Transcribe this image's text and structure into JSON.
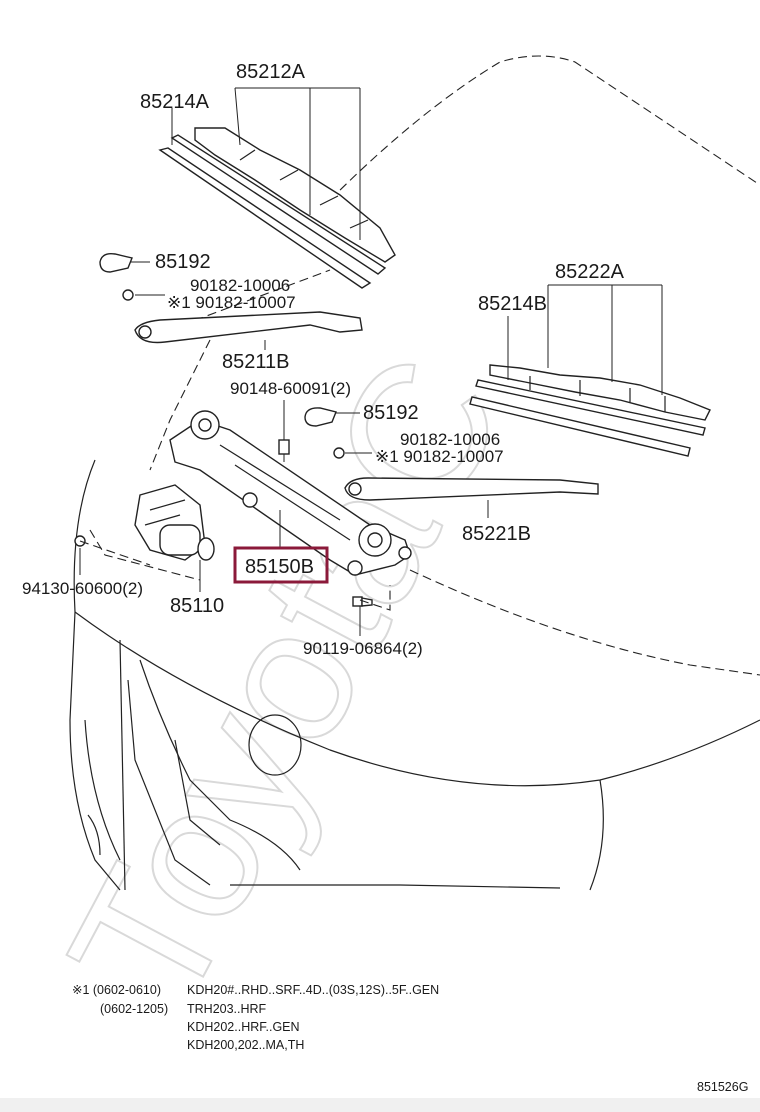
{
  "diagram": {
    "watermark": "ToyotaC",
    "highlight_color": "#8b1a3a",
    "highlighted_part": "85150B",
    "diagram_code": "851526G",
    "labels": {
      "p85212A": "85212A",
      "p85214A": "85214A",
      "p85192_top": "85192",
      "p90182_10006_top": "90182-10006",
      "p90182_10007_top": "※1 90182-10007",
      "p85211B": "85211B",
      "p90148": "90148-60091(2)",
      "p85192_mid": "85192",
      "p90182_10006_mid": "90182-10006",
      "p90182_10007_mid": "※1 90182-10007",
      "p85222A": "85222A",
      "p85214B": "85214B",
      "p85221B": "85221B",
      "p85150B": "85150B",
      "p94130": "94130-60600(2)",
      "p85110": "85110",
      "p90119": "90119-06864(2)"
    },
    "notes": [
      {
        "ref": "※1 (0602-0610)",
        "text": "KDH20#..RHD..SRF..4D..(03S,12S)..5F..GEN"
      },
      {
        "ref": "(0602-1205)",
        "text": "TRH203..HRF"
      },
      {
        "ref": "",
        "text": "KDH202..HRF..GEN"
      },
      {
        "ref": "",
        "text": "KDH200,202..MA,TH"
      }
    ]
  }
}
